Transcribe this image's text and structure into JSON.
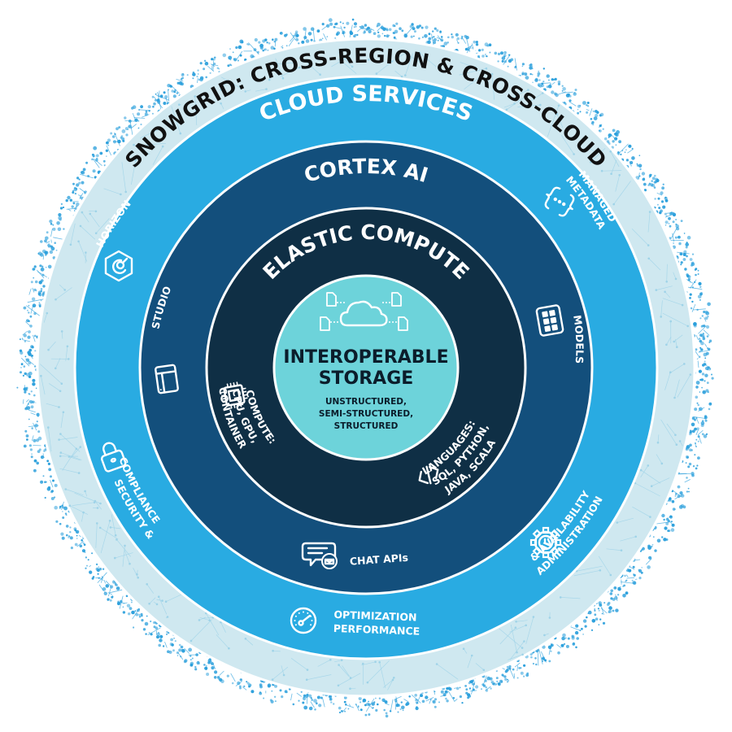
{
  "rings": {
    "outer": {
      "label": "SNOWGRID: CROSS-REGION & CROSS-CLOUD",
      "color": "#cfe8f0",
      "speckle_color": "#2a9fdc"
    },
    "cloud_services": {
      "label": "CLOUD SERVICES",
      "color": "#29abe2"
    },
    "cortex_ai": {
      "label": "CORTEX AI",
      "color": "#134f7c"
    },
    "elastic_compute": {
      "label": "ELASTIC COMPUTE",
      "color": "#0f2f45"
    },
    "storage": {
      "label_line1": "INTEROPERABLE",
      "label_line2": "STORAGE",
      "sub_line1": "UNSTRUCTURED,",
      "sub_line2": "SEMI-STRUCTURED,",
      "sub_line3": "STRUCTURED",
      "color": "#6dd3da"
    }
  },
  "cloud_services_items": {
    "horizon": {
      "label": "HORIZON",
      "icon": "horizon-hexagon-icon"
    },
    "managed_metadata": {
      "line1": "MANAGED",
      "line2": "METADATA",
      "icon": "curly-braces-icon"
    },
    "security": {
      "line1": "SECURITY &",
      "line2": "COMPLIANCE",
      "icon": "lock-icon"
    },
    "administration": {
      "line1": "ADMINISTRATION",
      "line2": "& AVAILABILITY",
      "icon": "gear-clock-icon"
    },
    "optimization": {
      "line1": "OPTIMIZATION",
      "line2": "PERFORMANCE",
      "icon": "speedometer-icon"
    }
  },
  "cortex_items": {
    "studio": {
      "label": "STUDIO",
      "icon": "window-icon"
    },
    "models": {
      "label": "MODELS",
      "icon": "grid-tablet-icon"
    },
    "chat_apis": {
      "label": "CHAT APIs",
      "icon": "chat-bubble-icon"
    }
  },
  "compute_items": {
    "compute": {
      "line1": "COMPUTE:",
      "line2": "CPU, GPU,",
      "line3": "CONTAINER",
      "icon": "chip-icon"
    },
    "languages": {
      "line1": "LANGUAGES:",
      "line2": "SQL, PYTHON,",
      "line3": "JAVA, SCALA",
      "icon": "code-brackets-icon"
    }
  },
  "storage_icon": "cloud-documents-icon"
}
